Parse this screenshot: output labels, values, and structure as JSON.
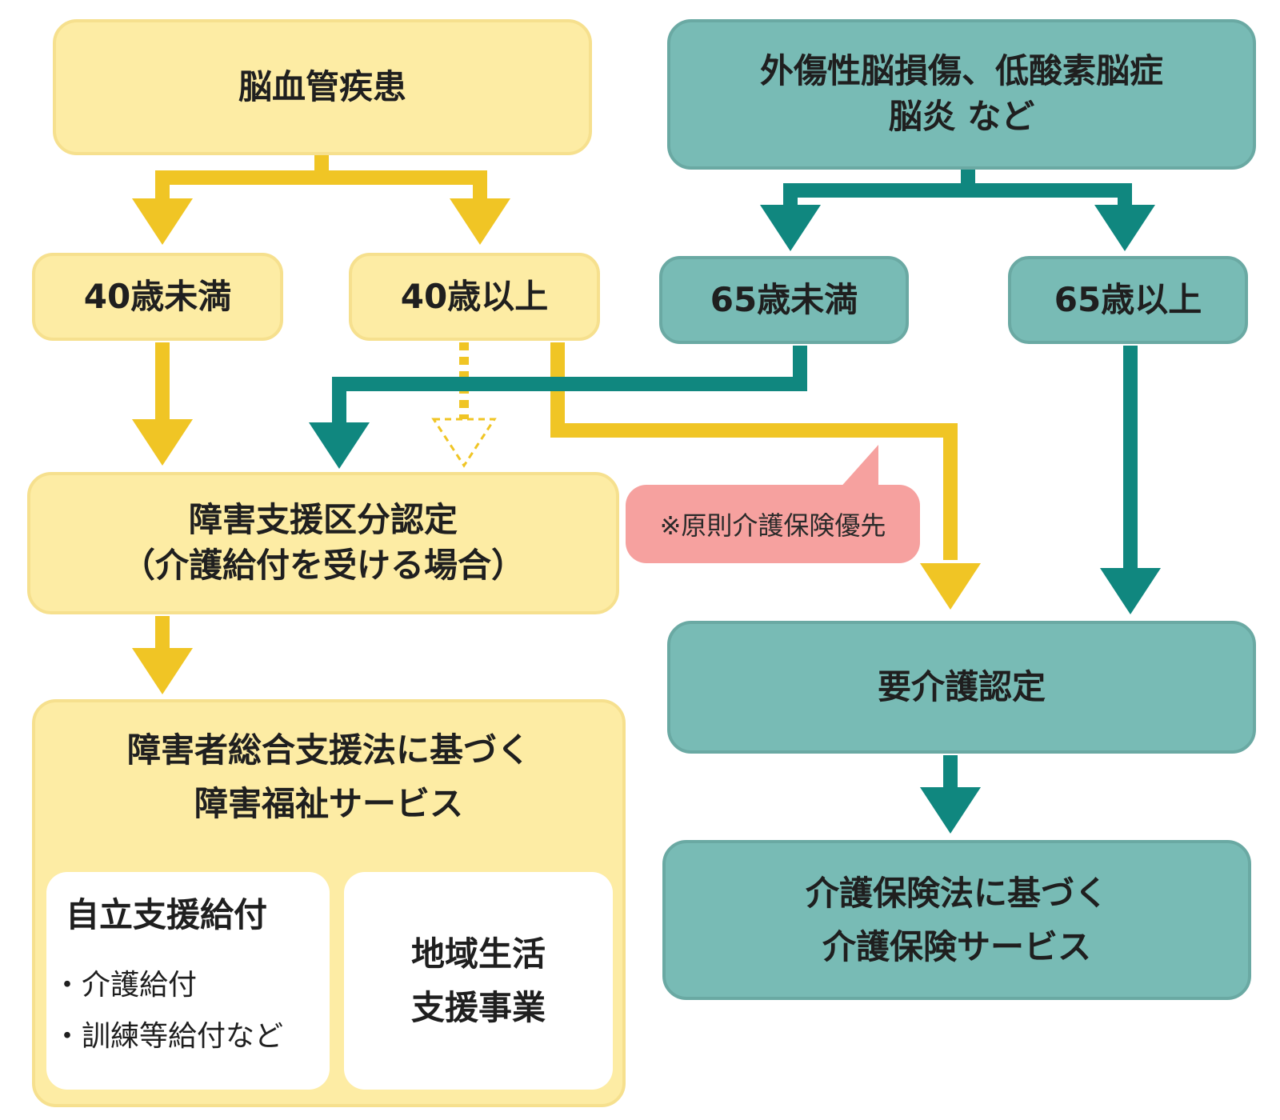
{
  "colors": {
    "yellow_fill": "#fdeca4",
    "yellow_arrow": "#f0c525",
    "teal_fill": "#78bbb5",
    "teal_arrow": "#10877f",
    "note_fill": "#f6a19f"
  },
  "left": {
    "top": "脳血管疾患",
    "under40": "40歳未満",
    "over40": "40歳以上",
    "certification_line1": "障害支援区分認定",
    "certification_line2": "（介護給付を受ける場合）",
    "service_line1": "障害者総合支援法に基づく",
    "service_line2": "障害福祉サービス",
    "self_support_title": "自立支援給付",
    "self_support_items": [
      "・介護給付",
      "・訓練等給付など"
    ],
    "community_line1": "地域生活",
    "community_line2": "支援事業"
  },
  "right": {
    "top_line1": "外傷性脳損傷、低酸素脳症",
    "top_line2": "脳炎 など",
    "under65": "65歳未満",
    "over65": "65歳以上",
    "care_cert": "要介護認定",
    "care_service_line1": "介護保険法に基づく",
    "care_service_line2": "介護保険サービス"
  },
  "note": "※原則介護保険優先"
}
